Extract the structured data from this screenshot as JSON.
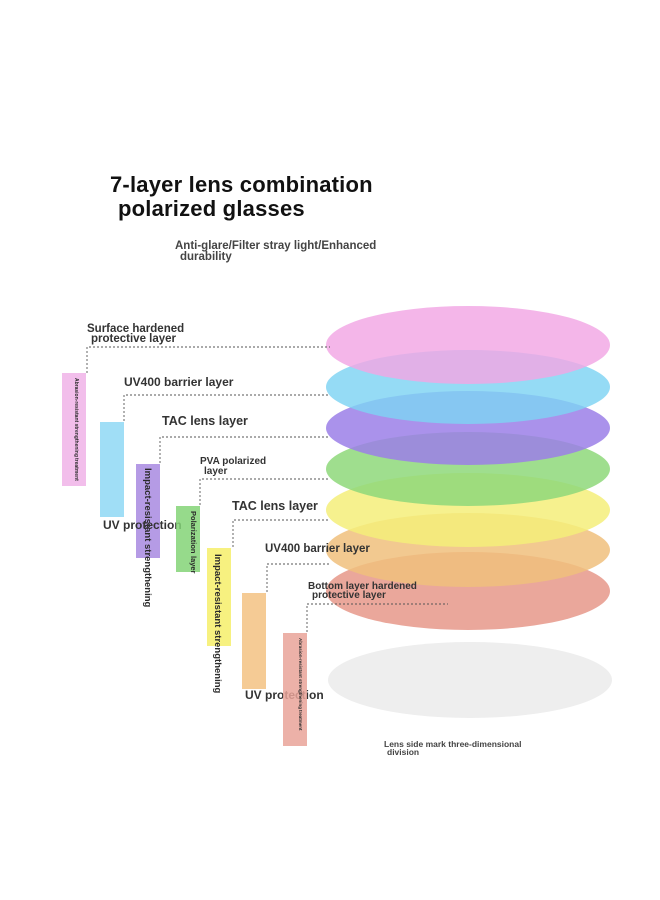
{
  "title": {
    "line1": "7-layer lens combination",
    "line2": "polarized glasses"
  },
  "subtitle": {
    "line1": "Anti-glare/Filter stray light/Enhanced",
    "line2": "durability"
  },
  "layers": [
    {
      "label_line1": "Surface hardened",
      "label_line2": "protective layer",
      "color": "#f2a6e4"
    },
    {
      "label_line1": "UV400 barrier layer",
      "label_line2": "",
      "color": "#7ed3f3"
    },
    {
      "label_line1": "TAC lens layer",
      "label_line2": "",
      "color": "#9b7fe8"
    },
    {
      "label_line1": "PVA polarized",
      "label_line2": "layer",
      "color": "#8ed87a"
    },
    {
      "label_line1": "TAC lens layer",
      "label_line2": "",
      "color": "#f5ef7a"
    },
    {
      "label_line1": "UV400 barrier layer",
      "label_line2": "",
      "color": "#f0c07c"
    },
    {
      "label_line1": "Bottom layer hardened",
      "label_line2": "protective layer",
      "color": "#e8a093"
    }
  ],
  "bars": [
    {
      "line1": "Abrasion-resistant strengthening",
      "line2": "treatment",
      "color": "#f0b3e8"
    },
    {
      "line1": "UV protection",
      "line2": "",
      "color": "#8fd8f4"
    },
    {
      "line1": "Impact-resistant",
      "line2": "strengthening",
      "color": "#a88ae0"
    },
    {
      "line1": "Polarization",
      "line2": "layer",
      "color": "#84d477"
    },
    {
      "line1": "Impact-resistant",
      "line2": "strengthening",
      "color": "#f6ef6a"
    },
    {
      "line1": "UV protection",
      "line2": "",
      "color": "#f3c283"
    },
    {
      "line1": "Abrasion-resistant strengthening",
      "line2": "treatment",
      "color": "#e9a399"
    }
  ],
  "base_disc_color": "#eeeeee",
  "footnote": {
    "line1": "Lens side mark three-dimensional",
    "line2": "division"
  }
}
